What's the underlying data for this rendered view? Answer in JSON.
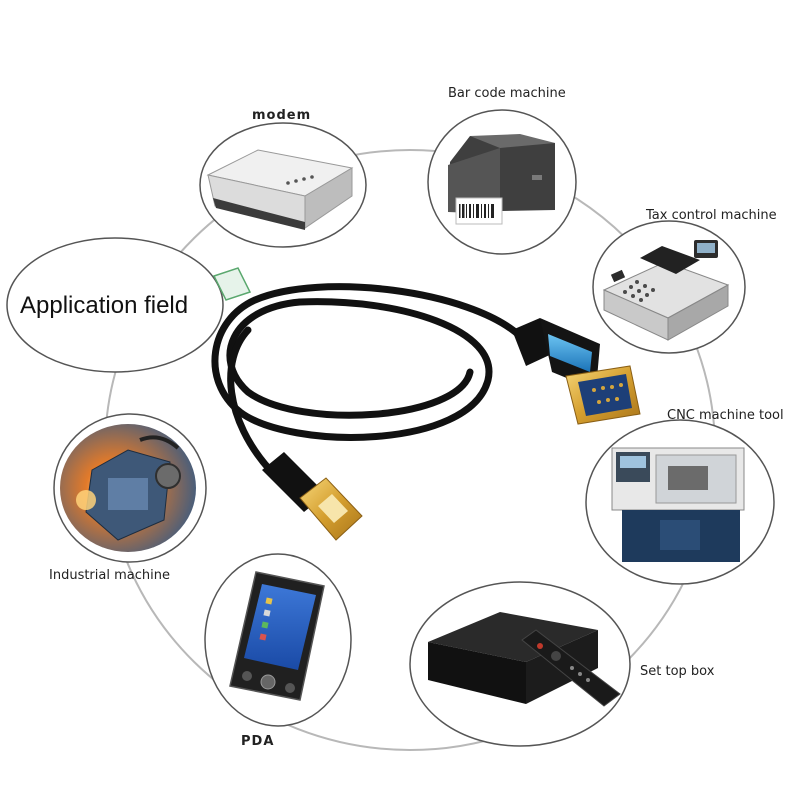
{
  "center_label": "Application field",
  "devices": {
    "modem": "modem",
    "barcode": "Bar code machine",
    "tax": "Tax control machine",
    "cnc": "CNC machine tool",
    "industrial": "Industrial machine",
    "settop": "Set top box",
    "pda": "PDA"
  },
  "colors": {
    "ring": "#b5b5b5",
    "cable": "#111111",
    "connector_accent": "#2a8fd0",
    "gold": "#d8a640"
  }
}
